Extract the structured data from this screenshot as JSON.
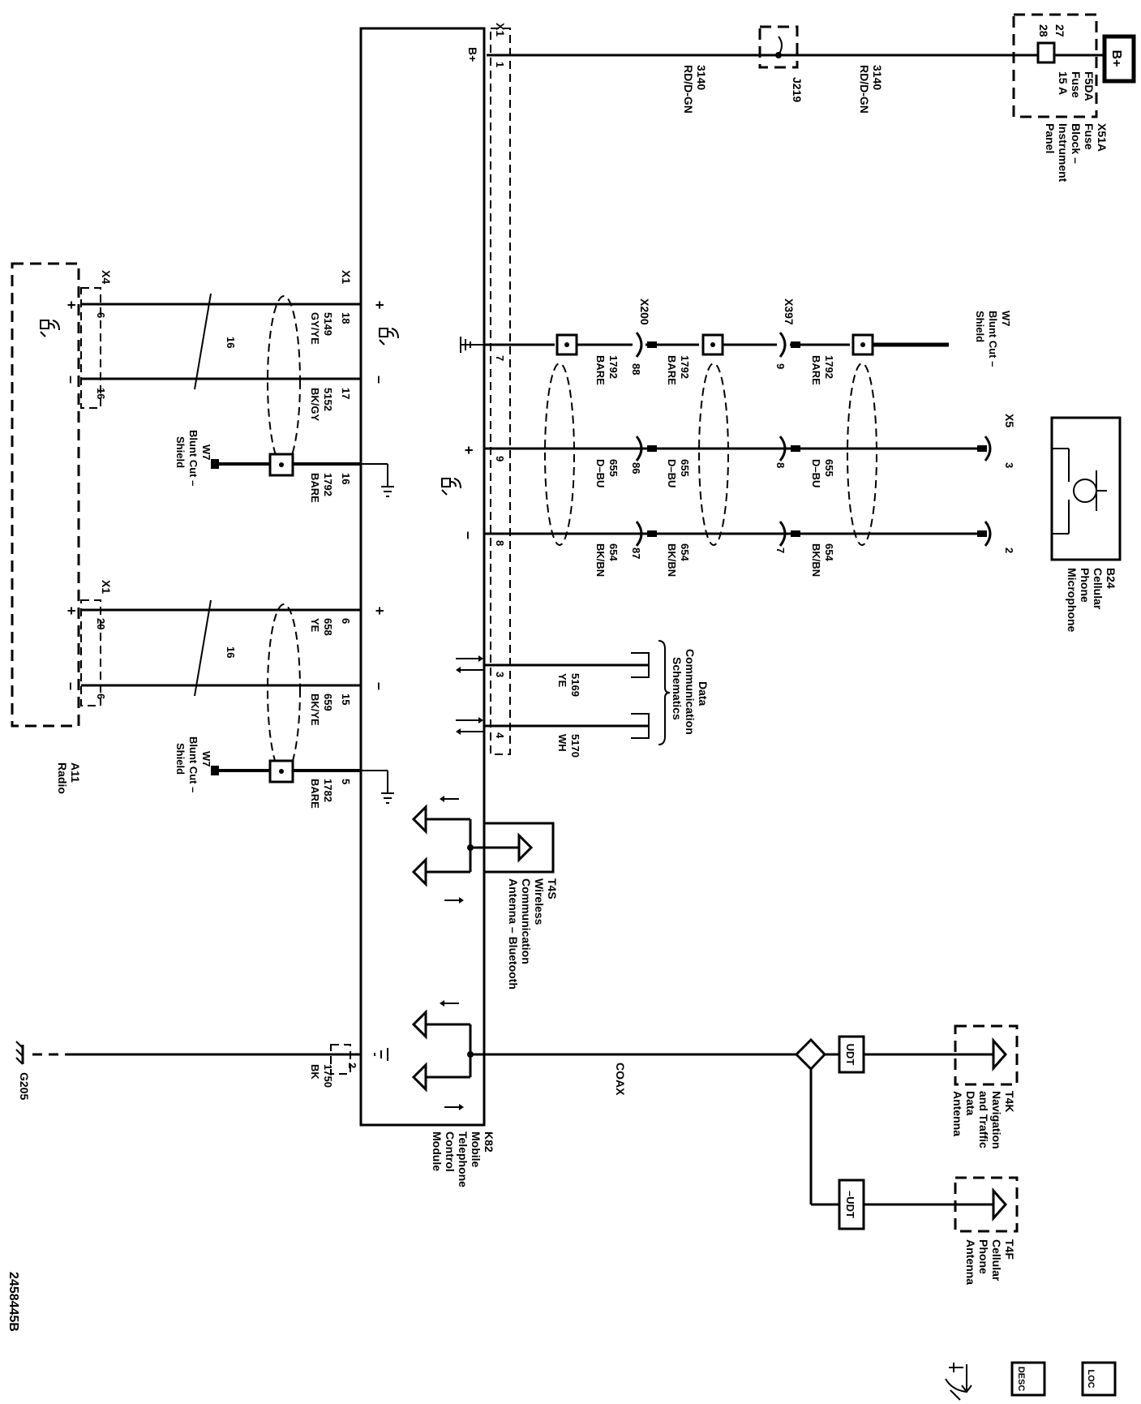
{
  "battery": "B+",
  "fuse_block": {
    "ref": "X51A",
    "name": [
      "Fuse",
      "Block –",
      "Instrument",
      "Panel"
    ],
    "fuse": "F5DA",
    "fuse_label": "Fuse",
    "rating": "15 A",
    "pin_in": "27",
    "pin_out": "28"
  },
  "splice": "J219",
  "wire_power": {
    "num": "3140",
    "color": "RD/D-GN"
  },
  "module": {
    "ref": "K82",
    "name": [
      "Mobile",
      "Telephone",
      "Control",
      "Module"
    ],
    "bplus": "B+",
    "connector": "X1"
  },
  "module_pins": {
    "p1": "1",
    "p7": "7",
    "p9": "9",
    "p8": "8",
    "p3": "3",
    "p4": "4",
    "p18": "18",
    "p17": "17",
    "p16": "16",
    "p6": "6",
    "p15": "15",
    "p5": "5",
    "p2": "2"
  },
  "connectors": {
    "x200": "X200",
    "x397": "X397",
    "x5": "X5",
    "x4": "X4",
    "x1": "X1"
  },
  "mic_wires": {
    "bare": {
      "num": "1792",
      "color": "BARE"
    },
    "dbu": {
      "num": "655",
      "color": "D–BU"
    },
    "bkbn": {
      "num": "654",
      "color": "BK/BN"
    },
    "x200_pins": {
      "bare": "88",
      "dbu": "86",
      "bkbn": "87"
    },
    "x397_pins": {
      "bare": "9",
      "dbu": "8",
      "bkbn": "7"
    },
    "x5_pins": {
      "dbu": "3",
      "bkbn": "2"
    }
  },
  "shield": {
    "ref": "W7",
    "line1": "Blunt Cut –",
    "line2": "Shield"
  },
  "microphone": {
    "ref": "B24",
    "name": [
      "Cellular",
      "Phone",
      "Microphone"
    ]
  },
  "data_comm": {
    "title": [
      "Data",
      "Communication",
      "Schematics"
    ],
    "w1_num": "5169",
    "w1_color": "YE",
    "w2_num": "5170",
    "w2_color": "WH"
  },
  "radio": {
    "ref": "A11",
    "name": "Radio"
  },
  "radio_wires": {
    "w5149": {
      "num": "5149",
      "color": "GY/YE"
    },
    "w5152": {
      "num": "5152",
      "color": "BK/GY"
    },
    "w1792": {
      "num": "1792",
      "color": "BARE"
    },
    "w658": {
      "num": "658",
      "color": "YE"
    },
    "w659": {
      "num": "659",
      "color": "BK/YE"
    },
    "w1782": {
      "num": "1782",
      "color": "BARE"
    },
    "twist": "16",
    "radio_pins": {
      "x4_6": "6",
      "x4_16": "16",
      "x1_20": "20",
      "x1_6": "6"
    }
  },
  "bt_antenna": {
    "ref": "T4S",
    "name": [
      "Wireless",
      "Communication",
      "Antenna – Bluetooth"
    ]
  },
  "coax": "COAX",
  "udt1": "UDT",
  "udt2": "–UDT",
  "nav_antenna": {
    "ref": "T4K",
    "name": [
      "Navigation",
      "and Traffic",
      "Data",
      "Antenna"
    ]
  },
  "cell_antenna": {
    "ref": "T4F",
    "name": [
      "Cellular",
      "Phone",
      "Antenna"
    ]
  },
  "ground": {
    "wire_num": "1750",
    "wire_color": "BK",
    "ref": "G205"
  },
  "polarity": {
    "plus": "+",
    "minus": "–"
  },
  "icons": {
    "loc": "LOC",
    "desc": "DESC"
  },
  "figure_id": "2458445B"
}
